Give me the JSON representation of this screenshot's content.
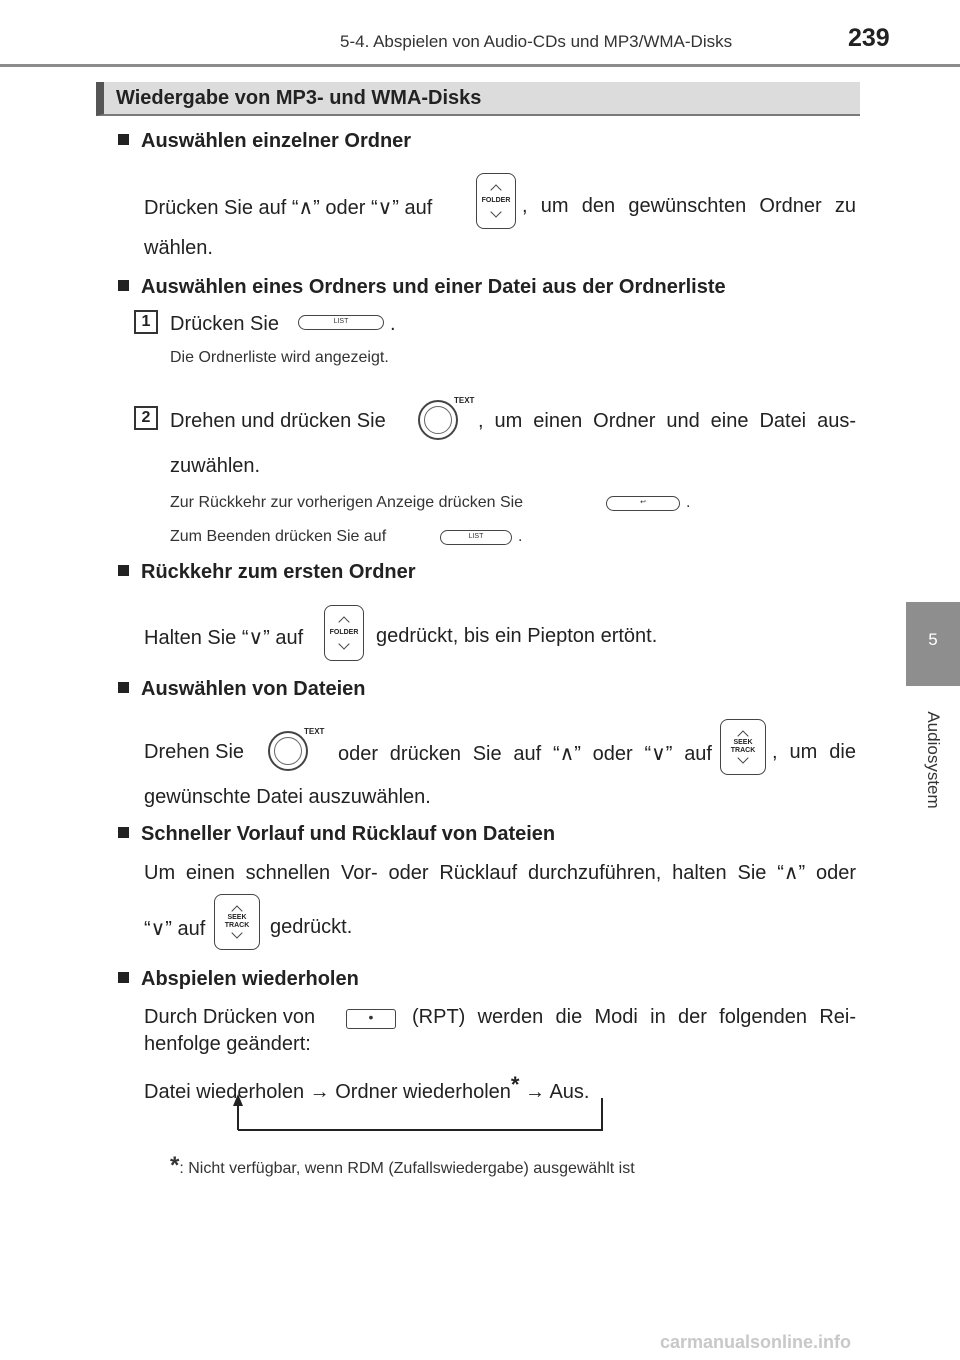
{
  "header": {
    "section": "5-4. Abspielen von Audio-CDs und MP3/WMA-Disks",
    "page": "239"
  },
  "side_tab": {
    "number": "5",
    "label": "Audiosystem"
  },
  "section_title": "Wiedergabe von MP3- und WMA-Disks",
  "blocks": {
    "folder": {
      "heading": "Auswählen einzelner Ordner",
      "t1": "Drücken Sie auf “∧” oder “∨” auf",
      "t2": ", um den gewünschten Ordner zu",
      "t3": "wählen."
    },
    "list": {
      "heading": "Auswählen eines Ordners und einer Datei aus der Ordnerliste",
      "step1": {
        "num": "1",
        "t1": "Drücken Sie",
        "t2": ".",
        "note": "Die Ordnerliste wird angezeigt."
      },
      "step2": {
        "num": "2",
        "t1": "Drehen und drücken Sie",
        "t2": ", um einen Ordner und eine Datei aus-",
        "t3": "zuwählen.",
        "note1a": "Zur Rückkehr zur vorherigen Anzeige drücken Sie",
        "note1b": ".",
        "note2a": "Zum Beenden drücken Sie auf",
        "note2b": "."
      }
    },
    "first": {
      "heading": "Rückkehr zum ersten Ordner",
      "t1": "Halten Sie “∨” auf",
      "t2": "gedrückt, bis ein Piepton ertönt."
    },
    "files": {
      "heading": "Auswählen von Dateien",
      "t1": "Drehen Sie",
      "t2": "oder drücken Sie auf “∧” oder “∨” auf",
      "t3": ", um die",
      "t4": "gewünschte Datei auszuwählen."
    },
    "ff": {
      "heading": "Schneller Vorlauf und Rücklauf von Dateien",
      "t1": "Um einen schnellen Vor- oder Rücklauf durchzuführen, halten Sie “∧” oder",
      "t2": "“∨” auf",
      "t3": "gedrückt."
    },
    "repeat": {
      "heading": "Abspielen wiederholen",
      "t1": "Durch Drücken von",
      "t2": "(RPT) werden die Modi in der folgenden Rei-",
      "t3": "henfolge geändert:",
      "seq_a": "Datei wiederholen",
      "arrow": "→",
      "seq_b": "Ordner wiederholen",
      "star": "*",
      "seq_c": "Aus.",
      "footnote_star": "*",
      "footnote": ": Nicht verfügbar, wenn RDM (Zufallswiedergabe) ausgewählt ist"
    }
  },
  "buttons": {
    "folder": "FOLDER",
    "list": "LIST",
    "text": "TEXT",
    "seek1": "SEEK",
    "seek2": "TRACK",
    "back_icon": "return-arrow-icon",
    "rpt_icon": "dot-icon"
  },
  "watermark": "carmanualsonline.info"
}
